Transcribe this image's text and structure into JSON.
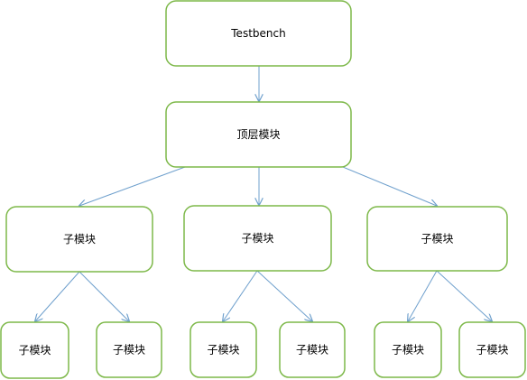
{
  "colors": {
    "node_border": "#7db849",
    "edge": "#6fa0cd",
    "background": "#ffffff"
  },
  "nodes": [
    {
      "id": "testbench",
      "label": "Testbench"
    },
    {
      "id": "top",
      "label": "顶层模块"
    },
    {
      "id": "sub1",
      "label": "子模块"
    },
    {
      "id": "sub2",
      "label": "子模块"
    },
    {
      "id": "sub3",
      "label": "子模块"
    },
    {
      "id": "sub1a",
      "label": "子模块"
    },
    {
      "id": "sub1b",
      "label": "子模块"
    },
    {
      "id": "sub2a",
      "label": "子模块"
    },
    {
      "id": "sub2b",
      "label": "子模块"
    },
    {
      "id": "sub3a",
      "label": "子模块"
    },
    {
      "id": "sub3b",
      "label": "子模块"
    }
  ],
  "edges": [
    {
      "from": "testbench",
      "to": "top"
    },
    {
      "from": "top",
      "to": "sub1"
    },
    {
      "from": "top",
      "to": "sub2"
    },
    {
      "from": "top",
      "to": "sub3"
    },
    {
      "from": "sub1",
      "to": "sub1a"
    },
    {
      "from": "sub1",
      "to": "sub1b"
    },
    {
      "from": "sub2",
      "to": "sub2a"
    },
    {
      "from": "sub2",
      "to": "sub2b"
    },
    {
      "from": "sub3",
      "to": "sub3a"
    },
    {
      "from": "sub3",
      "to": "sub3b"
    }
  ]
}
